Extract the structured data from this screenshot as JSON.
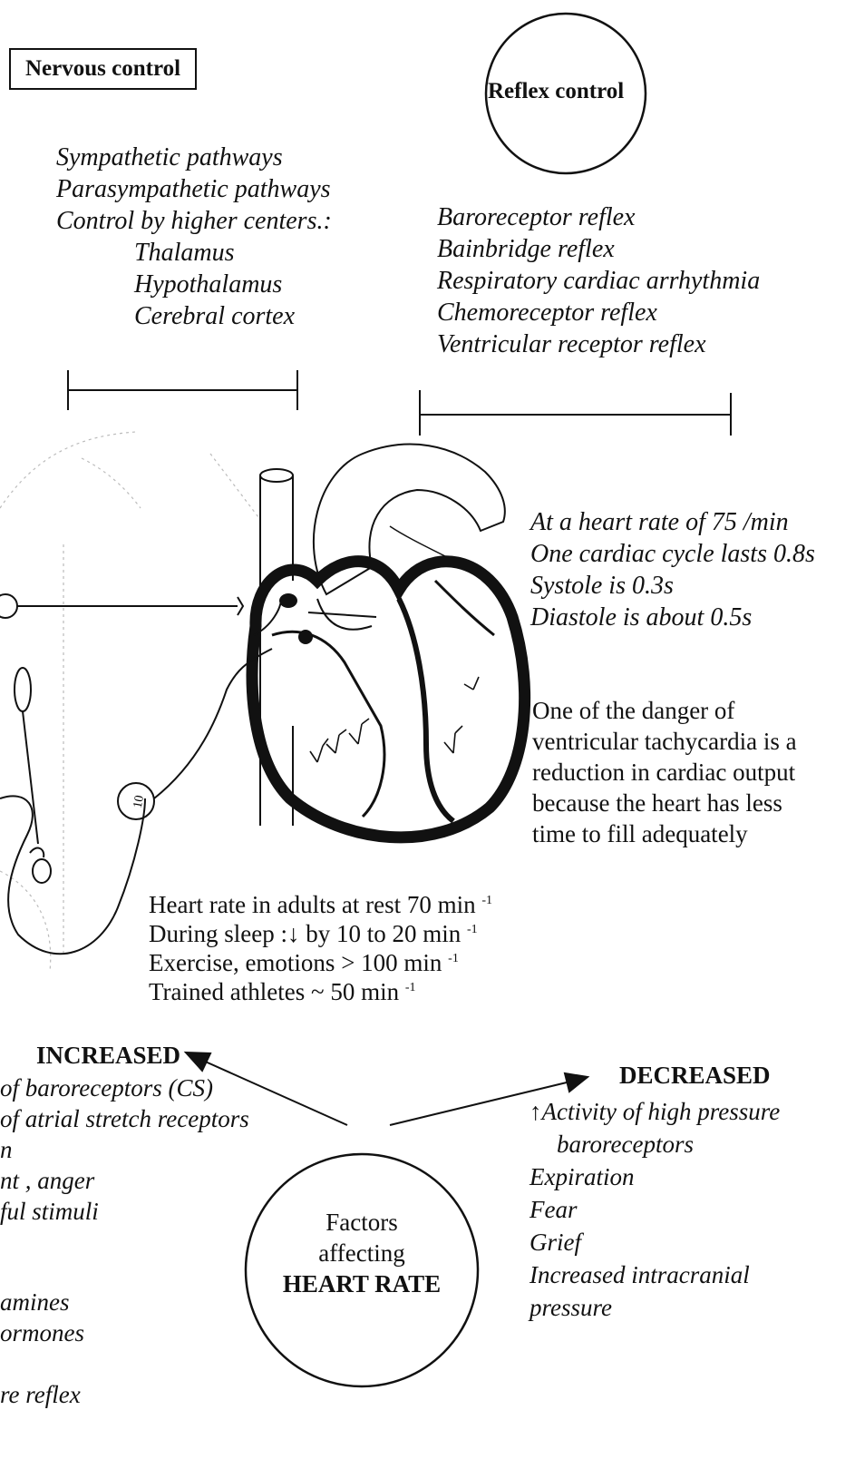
{
  "nervous": {
    "title": "Nervous control",
    "items": [
      "Sympathetic pathways",
      "Parasympathetic pathways",
      "Control by higher centers.:"
    ],
    "centers": [
      "Thalamus",
      "Hypothalamus",
      "Cerebral cortex"
    ]
  },
  "reflex": {
    "title": "Reflex control",
    "items": [
      "Baroreceptor reflex",
      "Bainbridge reflex",
      "Respiratory cardiac arrhythmia",
      "Chemoreceptor reflex",
      "Ventricular receptor reflex"
    ]
  },
  "cycle": [
    "At a heart rate of 75 /min",
    "One cardiac cycle lasts 0.8s",
    "Systole is 0.3s",
    "Diastole is about 0.5s"
  ],
  "danger": [
    "One of the danger of",
    "ventricular tachycardia is a",
    "reduction in cardiac output",
    "because the heart has less",
    "time to fill adequately"
  ],
  "rates": [
    {
      "text": "Heart rate in adults at rest 70 min",
      "sup": "-1"
    },
    {
      "text": "During sleep :↓ by 10 to 20 min",
      "sup": "-1"
    },
    {
      "text": "Exercise, emotions > 100 min",
      "sup": "-1"
    },
    {
      "text": "Trained athletes ~ 50 min",
      "sup": "-1"
    }
  ],
  "increased": {
    "title": "INCREASED",
    "items": [
      "of baroreceptors (CS)",
      "of atrial stretch receptors",
      "n",
      "nt , anger",
      "ful stimuli",
      "amines",
      "ormones",
      "re reflex"
    ]
  },
  "decreased": {
    "title": "DECREASED",
    "items": [
      "↑Activity of high pressure",
      "baroreceptors",
      "Expiration",
      "Fear",
      "Grief",
      "Increased intracranial",
      "pressure"
    ]
  },
  "center": {
    "line1": "Factors",
    "line2": "affecting",
    "line3": "HEART RATE"
  },
  "heart_numbers": [
    "10"
  ]
}
